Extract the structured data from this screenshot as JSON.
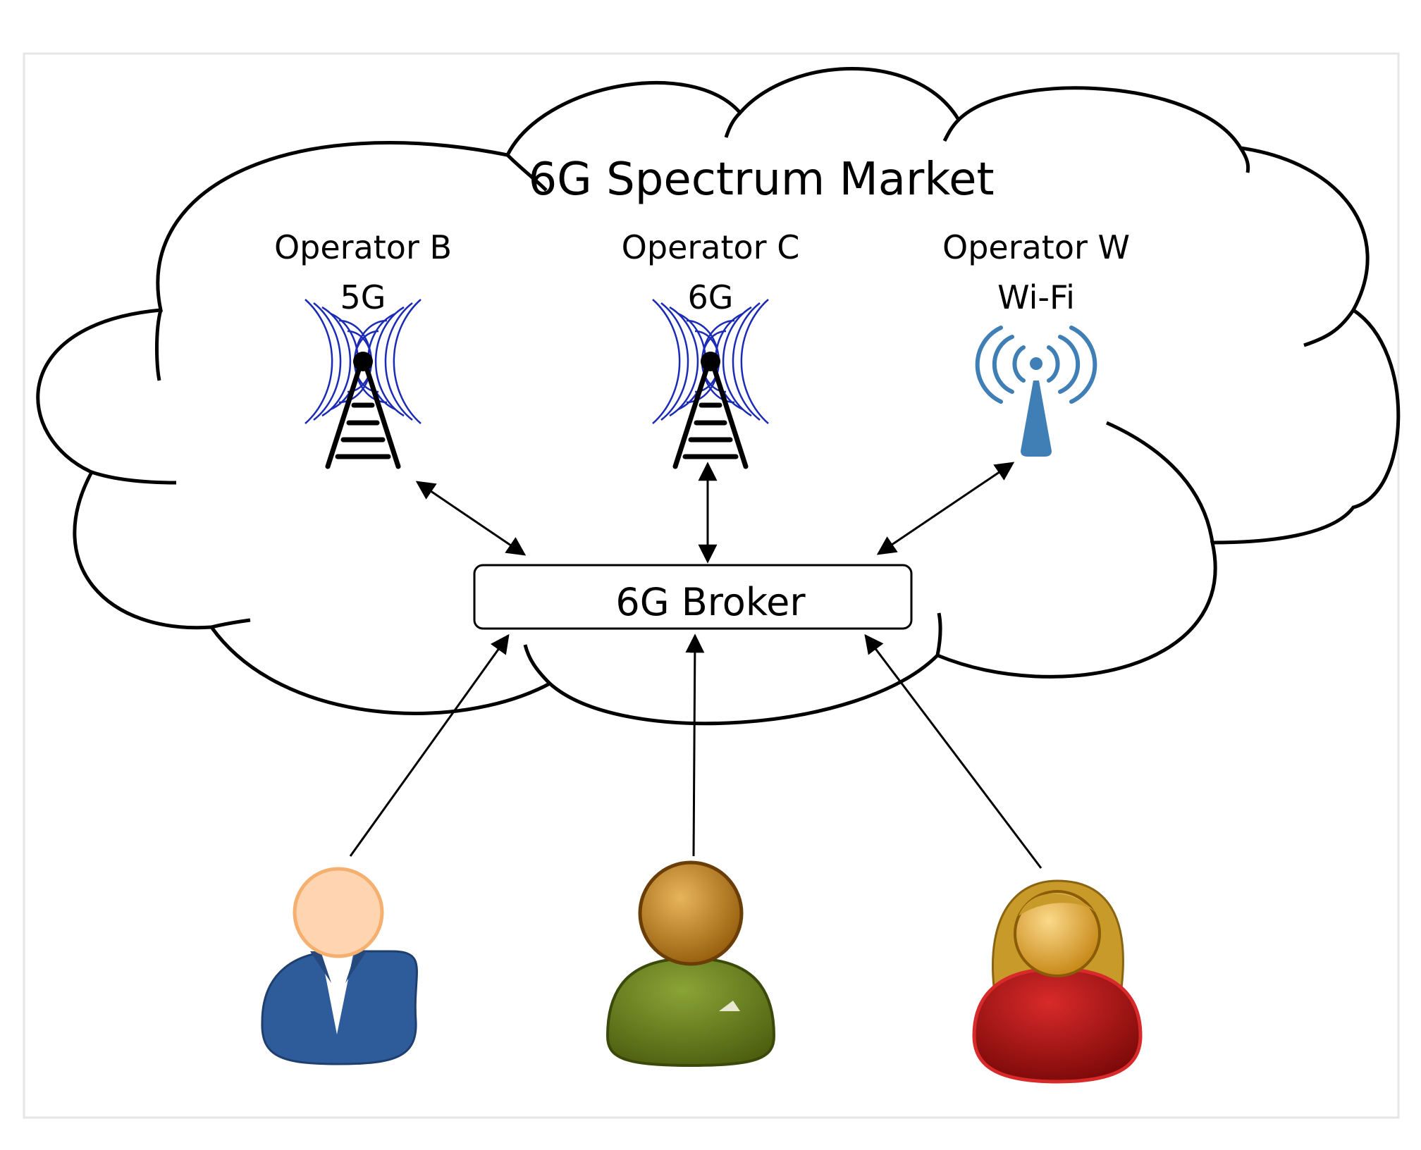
{
  "title": "6G Spectrum Market",
  "operators": [
    {
      "name": "Operator B",
      "tech": "5G",
      "icon": "cell-tower-icon",
      "color": "#1c2bb5"
    },
    {
      "name": "Operator C",
      "tech": "6G",
      "icon": "cell-tower-icon",
      "color": "#1c2bb5"
    },
    {
      "name": "Operator W",
      "tech": "Wi-Fi",
      "icon": "wifi-antenna-icon",
      "color": "#3f7fb5"
    }
  ],
  "broker": {
    "label": "6G Broker"
  },
  "users": [
    {
      "icon": "businessman-user-icon",
      "color": "#2e5c9a"
    },
    {
      "icon": "green-user-icon",
      "color": "#6b7d1a"
    },
    {
      "icon": "woman-user-icon",
      "color": "#b01818"
    }
  ]
}
